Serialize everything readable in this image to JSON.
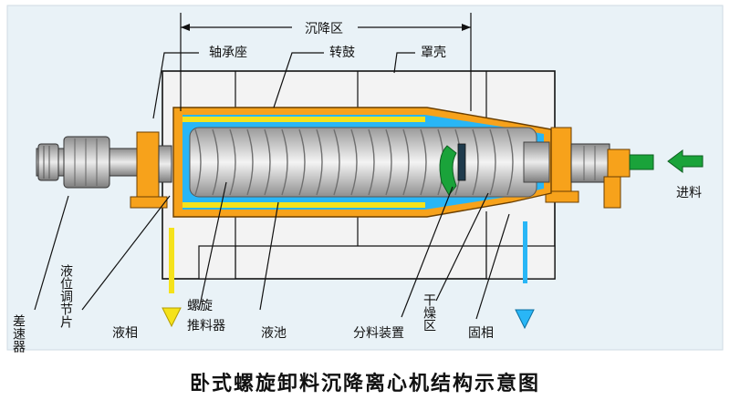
{
  "title": "卧式螺旋卸料沉降离心机结构示意图",
  "labels": {
    "settling_zone": "沉降区",
    "bearing_seat": "轴承座",
    "bowl": "转鼓",
    "housing": "罩壳",
    "feed": "进料",
    "differential": "差速器",
    "level_adjust_plate": "液位调节片",
    "liquid_phase": "液相",
    "screw_pusher": "螺旋推料器",
    "liquid_pool": "液池",
    "distributor": "分料装置",
    "drying_zone": "干燥区",
    "solid_phase": "固相"
  },
  "colors": {
    "background": "#e9f2f7",
    "housing_fill": "#f2f2f2",
    "orange": "#f7a21b",
    "liquid_blue": "#29b6f6",
    "liquid_yellow": "#f5e21b",
    "screw_grey": "#dcdcdc",
    "feed_green": "#1aa33a"
  }
}
